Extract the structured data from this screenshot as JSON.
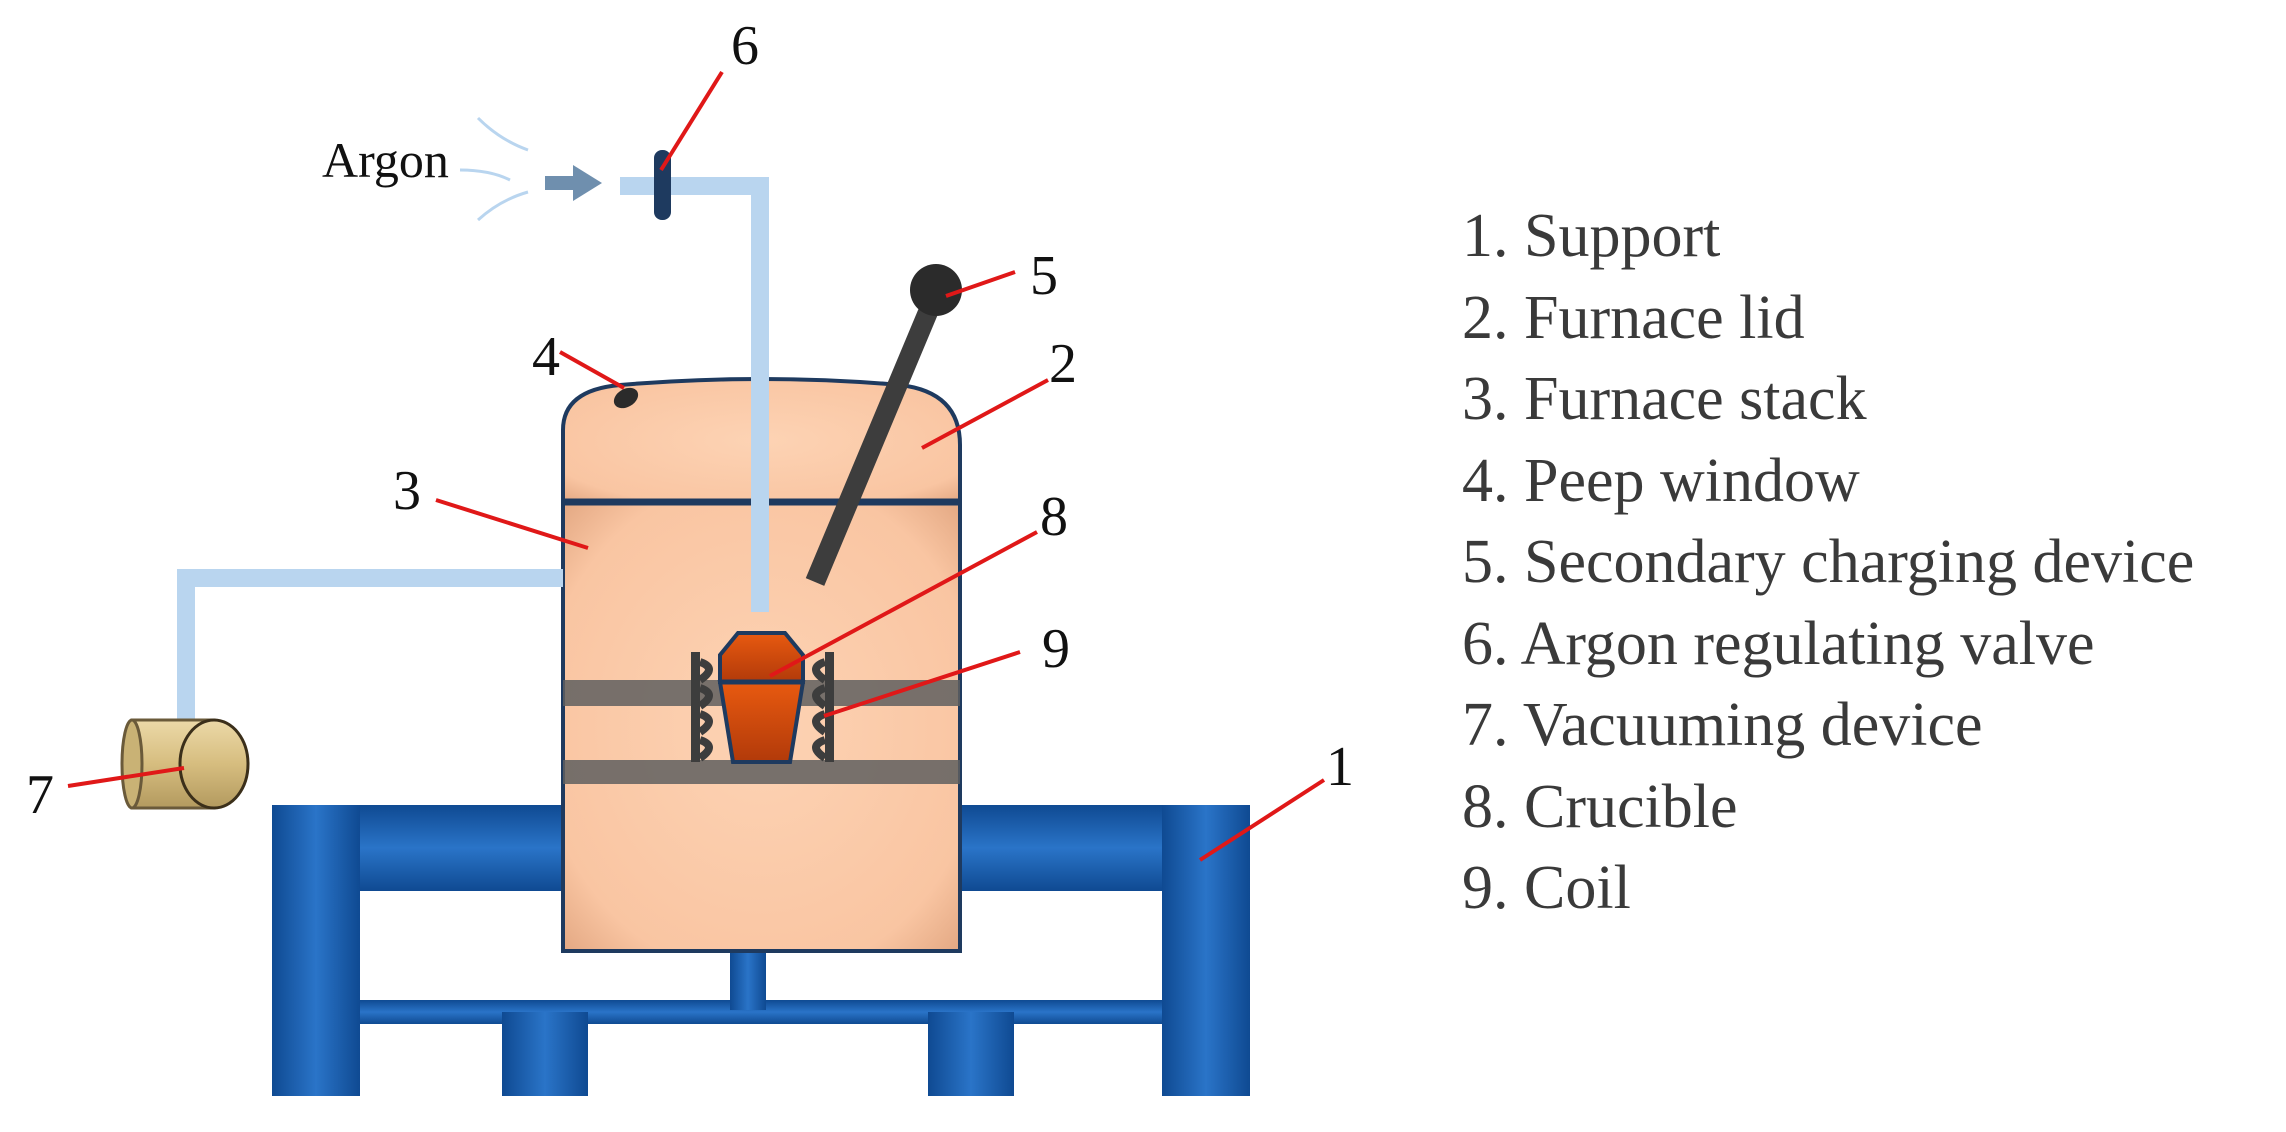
{
  "gas_label": "Argon",
  "callout_numbers": [
    "1",
    "2",
    "3",
    "4",
    "5",
    "6",
    "7",
    "8",
    "9"
  ],
  "legend": [
    "1. Support",
    "2. Furnace lid",
    "3. Furnace stack",
    "4. Peep window",
    "5. Secondary charging device",
    "6. Argon regulating valve",
    "7. Vacuuming device",
    "8. Crucible",
    "9. Coil"
  ],
  "colors": {
    "support": "#1f64b4",
    "furnace_body": "#fbc9a7",
    "outline": "#1e3a5f",
    "pipe": "#b9d5ef",
    "callout_line": "#e01818",
    "dark_parts": "#3d3d3d",
    "crucible": "#c2430e",
    "vacuum_device": "#d8c08a"
  }
}
